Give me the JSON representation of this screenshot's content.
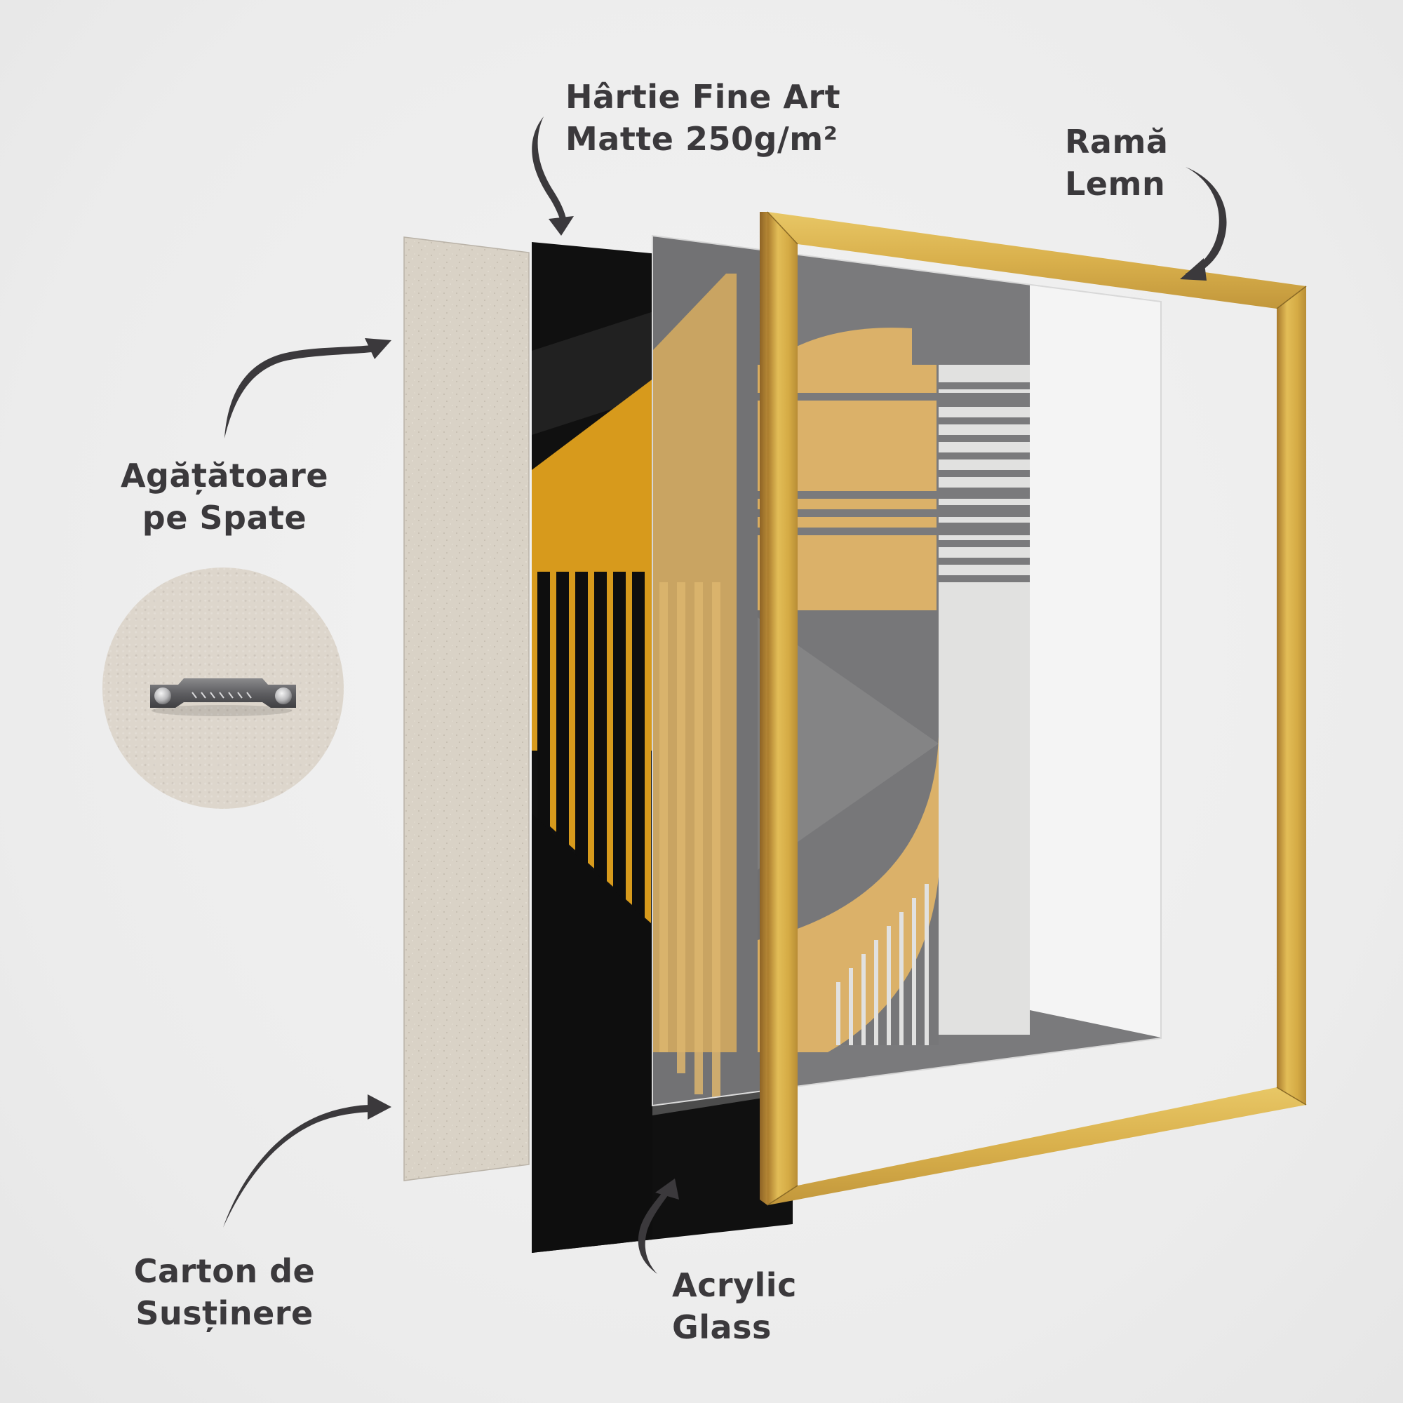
{
  "labels": {
    "paper": {
      "line1": "Hârtie Fine Art",
      "line2": "Matte 250g/m²"
    },
    "frame": {
      "line1": "Ramă",
      "line2": "Lemn"
    },
    "hanger": {
      "line1": "Agățătoare",
      "line2": "pe Spate"
    },
    "backing": {
      "line1": "Carton de",
      "line2": "Susținere"
    },
    "glass": {
      "line1": "Acrylic",
      "line2": "Glass"
    }
  },
  "layers": [
    {
      "id": "backing-board",
      "name": "Carton de Susținere",
      "color": "#d9d2c6"
    },
    {
      "id": "art-print",
      "name": "Hârtie Fine Art Matte 250g/m²",
      "colors": {
        "black": "#0e0e0e",
        "gold": "#d79a1c"
      }
    },
    {
      "id": "acrylic-glass",
      "name": "Acrylic Glass",
      "tint": "#9a9a9a"
    },
    {
      "id": "wood-frame",
      "name": "Ramă Lemn",
      "color": "#d9b24a"
    }
  ],
  "detail_inset": {
    "subject": "sawtooth-hanger",
    "background": "#ddd6cc",
    "metal": "#6e6e70"
  },
  "colors": {
    "text": "#3b393c",
    "arrow": "#3b393c",
    "background": "#eeeeee",
    "gold": "#d9b24a",
    "art_gold": "#d4a24a",
    "art_gray": "#5f5f61",
    "art_light": "#dcdcdb"
  }
}
